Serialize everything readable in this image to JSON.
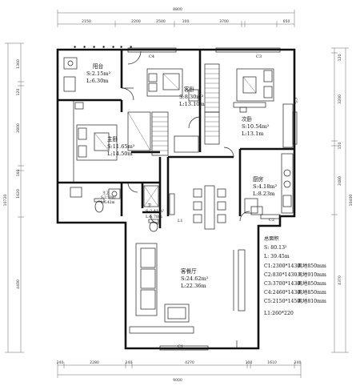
{
  "dimensions": {
    "top_total": "8800",
    "top_segments": [
      "2150",
      "2200",
      "2500",
      "100",
      "3700",
      "650"
    ],
    "bottom_total": "9000",
    "bottom_segments": [
      "240",
      "2280",
      "240",
      "4270",
      "100",
      "1610",
      "240"
    ],
    "left_total": "10720",
    "left_segments": [
      "1360",
      "120",
      "2800",
      "160",
      "1620",
      "4400"
    ],
    "right_total": "10400",
    "right_segments": [
      "120",
      "3200",
      "150",
      "2480",
      "4370"
    ]
  },
  "rooms": {
    "balcony": {
      "name": "阳台",
      "area": "S:2.15m²",
      "perimeter": "L:6.30m"
    },
    "guest": {
      "name": "客卧",
      "area": "S:8.30m²",
      "perimeter": "L:13.10m"
    },
    "second": {
      "name": "次卧",
      "area": "S:10.54m²",
      "perimeter": "L:13.1m"
    },
    "master": {
      "name": "主卧",
      "area": "S:11.65m²",
      "perimeter": "L:14.50m"
    },
    "kitchen": {
      "name": "厨房",
      "area": "S:4.18m²",
      "perimeter": "L:8.23m"
    },
    "master_bath": {
      "name": "主卫",
      "area": "S:2.59m²",
      "perimeter": "L:6.42m"
    },
    "bath": {
      "name": "卫",
      "area": "S:2.41m²",
      "perimeter": "L:6.78m"
    },
    "living": {
      "name": "客餐厅",
      "area": "S:24.62m²",
      "perimeter": "L:22.36m"
    }
  },
  "windows": {
    "c1": "C1",
    "c2": "C2",
    "c3": "C3",
    "c4": "C4",
    "c5": "C5",
    "l1": "L1"
  },
  "summary": {
    "title": "总面积",
    "area": "S: 80.13²",
    "perimeter": "L: 39.45m",
    "lines": [
      {
        "code": "C1:2300*1430",
        "note": "离地850mm"
      },
      {
        "code": "C2:830*1430",
        "note": "离地910mm"
      },
      {
        "code": "C3:3700*1430",
        "note": "离地850mm"
      },
      {
        "code": "C4:2460*1430",
        "note": "离地850mm"
      },
      {
        "code": "C5:2150*1450",
        "note": "离地810mm"
      }
    ],
    "l1": "L1:260*220"
  }
}
